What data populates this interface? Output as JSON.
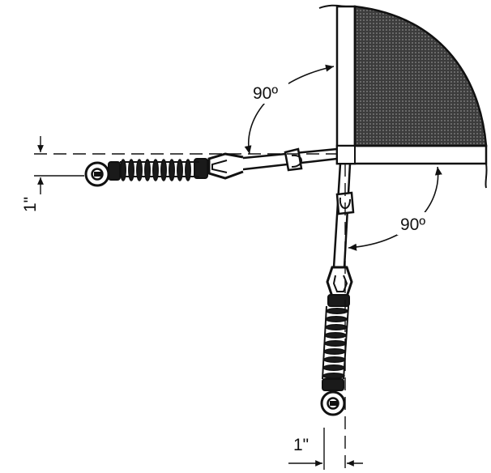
{
  "diagram": {
    "angle_top": "90º",
    "angle_bottom": "90º",
    "offset_left": "1\"",
    "offset_bottom": "1\""
  }
}
